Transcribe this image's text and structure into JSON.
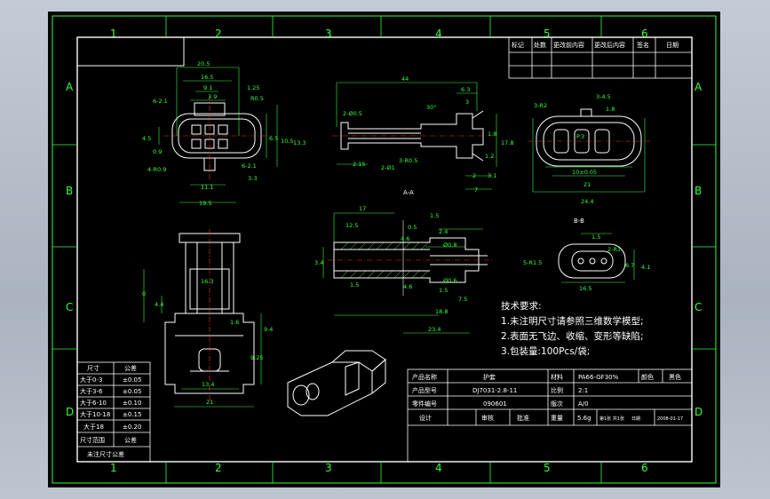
{
  "zones": {
    "top": [
      "1",
      "2",
      "3",
      "4",
      "5",
      "6"
    ],
    "bottom": [
      "1",
      "2",
      "3",
      "4",
      "5",
      "6"
    ],
    "left": [
      "A",
      "B",
      "C",
      "D"
    ],
    "right": [
      "A",
      "B",
      "C",
      "D"
    ]
  },
  "revision_table": {
    "headers": [
      "标记",
      "处数",
      "更改前内容",
      "更改后内容",
      "签名",
      "日期"
    ]
  },
  "section_labels": {
    "aa": "A-A",
    "bb": "B-B"
  },
  "views": {
    "front": {
      "dims": [
        "20.5",
        "16.5",
        "9.1",
        "1.25",
        "3.9",
        "6-2.1",
        "4.5",
        "0.9",
        "6.5",
        "10.5",
        "13.3",
        "6-2.1",
        "3-3",
        "11.1",
        "19.5"
      ],
      "notes": [
        "R0.5",
        "4-R0.9"
      ]
    },
    "side": {
      "dims": [
        "44",
        "6.3",
        "3",
        "30°",
        "2-Ø0.5",
        "1.8",
        "17.8",
        "3.1",
        "2",
        "1.2",
        "7",
        "2.15",
        "2-Ø1",
        "3-R0.5"
      ]
    },
    "end": {
      "dims": [
        "3-R2",
        "3-4.5",
        "1.8",
        "P.3",
        "10±0.05",
        "21",
        "24.4"
      ]
    },
    "section_aa": {
      "dims": [
        "17",
        "1.5",
        "0.5",
        "12.5",
        "4.6",
        "2.4",
        "Ø0.8",
        "1.5",
        "4.6",
        "1.5",
        "7.5",
        "Ø0.6",
        "18.8",
        "23.4",
        "3.4"
      ]
    },
    "section_bb": {
      "dims": [
        "1.5",
        "2-R1",
        "5-R1.5",
        "6.7",
        "16.5",
        "4.1"
      ]
    },
    "bottom_left": {
      "dims": [
        "16.3",
        "4.4",
        "1.6",
        "9.4",
        "9.25",
        "13.4",
        "21",
        "0"
      ]
    }
  },
  "tech_requirements": {
    "title": "技术要求:",
    "items": [
      "1.未注明尺寸请参照三维数学模型;",
      "2.表面无飞边、收缩、变形等缺陷;",
      "3.包装量:100Pcs/袋;"
    ]
  },
  "tolerance_table": {
    "headers": [
      "尺寸",
      "公差"
    ],
    "rows": [
      [
        "大于0-3",
        "±0.05"
      ],
      [
        "大于3-6",
        "±0.05"
      ],
      [
        "大于6-10",
        "±0.10"
      ],
      [
        "大于10-18",
        "±0.15"
      ],
      [
        "大于18",
        "±0.20"
      ]
    ],
    "footer_range_label": "尺寸范围",
    "footer_tol_label": "公差",
    "footer_note": "未注尺寸公差"
  },
  "title_block": {
    "product_name_label": "产品名称",
    "product_name": "护套",
    "material_label": "材料",
    "material": "PA66-GF30%",
    "color_label": "颜色",
    "color": "黑色",
    "model_label": "产品型号",
    "model": "DJ7031-2.8-11",
    "scale_label": "比例",
    "scale": "2:1",
    "part_no_label": "零件编号",
    "part_no": "090601",
    "version_label": "版次",
    "version": "A/0",
    "design_label": "设计",
    "review_label": "审核",
    "approve_label": "批准",
    "weight_label": "重量",
    "weight": "5.6g",
    "sheet_label": "第1张 共1张",
    "date_label": "日期",
    "date": "2008-01-17"
  },
  "colors": {
    "frame": "#39ff39",
    "outline": "#ffffff",
    "dimension": "#39ff39",
    "centerline": "#ff3030",
    "hatch": "#39ff39"
  }
}
